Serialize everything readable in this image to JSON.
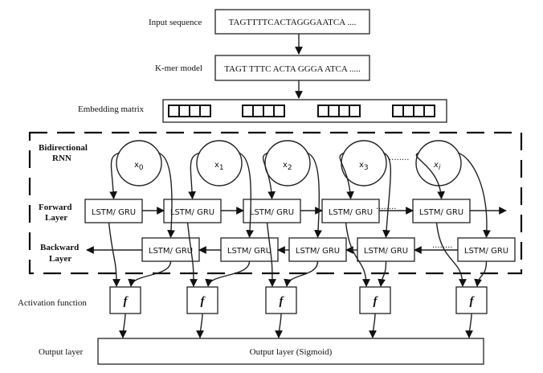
{
  "diagram": {
    "title": "Bidirectional RNN architecture for DNA sequence classification",
    "labels": {
      "input": "Input sequence",
      "kmer": "K-mer model",
      "embedding": "Embedding matrix",
      "birnn_line1": "Bidirectional",
      "birnn_line2": "RNN",
      "forward_line1": "Forward",
      "forward_line2": "Layer",
      "backward_line1": "Backward",
      "backward_line2": "Layer",
      "activation": "Activation function",
      "output": "Output layer"
    },
    "input_sequence": "TAGTTTTCACTAGGGAATCA ....",
    "kmer_sequence": "TAGT  TTTC  ACTA  GGGA  ATCA .....",
    "embedding_groups": 4,
    "embedding_cells_per_group": 4,
    "inputs": [
      {
        "base": "x",
        "sub": "0"
      },
      {
        "base": "x",
        "sub": "1"
      },
      {
        "base": "x",
        "sub": "2"
      },
      {
        "base": "x",
        "sub": "3"
      },
      {
        "base": "x",
        "sub": "i"
      }
    ],
    "cell_label": "LSTM/ GRU",
    "activation_label": "f",
    "output_box_label": "Output layer (Sigmoid)",
    "ellipsis": "........"
  }
}
